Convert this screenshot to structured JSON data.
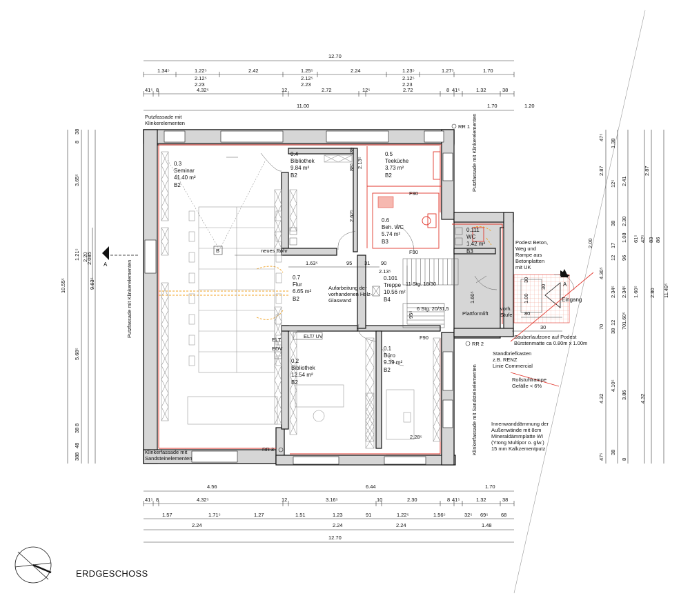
{
  "title": "ERDGESCHOSS",
  "dims_top": {
    "overall": "12.70",
    "row1": [
      "1.34⁵",
      "1.22⁵",
      "2.42",
      "1.25⁵",
      "2.24",
      "1.23⁵",
      "1.27⁵",
      "1.70"
    ],
    "row1_sub": [
      "2.12⁵",
      "2.23",
      "2.12⁵",
      "2.23",
      "2.12⁵",
      "2.23"
    ],
    "row2": [
      "41⁵",
      "8",
      "4.32⁵",
      "12",
      "2.72",
      "12⁵",
      "2.72",
      "8",
      "41⁵",
      "1.32",
      "38"
    ],
    "row3": [
      "11.00",
      "1.70",
      "1.20"
    ]
  },
  "dims_bottom": {
    "row1": [
      "4.56",
      "6.44",
      "1.70"
    ],
    "row2": [
      "41⁵",
      "8",
      "4.32⁵",
      "12",
      "3.16⁵",
      "10",
      "2.30",
      "8",
      "41⁵",
      "1.32",
      "38"
    ],
    "row3": [
      "1.57",
      "1.71⁵",
      "1.27",
      "1.51",
      "1.23",
      "91",
      "1.22⁵",
      "1.56⁵",
      "32⁵",
      "69⁵",
      "68"
    ],
    "row4": [
      "2.24",
      "2.24",
      "2.24",
      "1.48"
    ],
    "overall": "12.70"
  },
  "dims_left": [
    "10.55⁵",
    "3.65⁵",
    "1.21⁵",
    "2.20",
    "2.085",
    "9.63⁵",
    "5.68⁵",
    "8",
    "38",
    "38",
    "8",
    "48",
    "38",
    "8"
  ],
  "dims_right": [
    "47⁵",
    "1.38",
    "2.87",
    "2.41",
    "12⁵",
    "2.87",
    "2.30",
    "38",
    "1.08",
    "61⁵",
    "42⁵",
    "83",
    "86",
    "12",
    "96",
    "17",
    "4.30⁵",
    "2.34⁵",
    "2.34⁵",
    "1.60⁵",
    "2.00",
    "2.80",
    "11.49⁵",
    "38",
    "1.60⁵",
    "12",
    "70",
    "70",
    "4.32",
    "4.10⁵",
    "3.86",
    "4.32",
    "47⁵",
    "38",
    "8"
  ],
  "rooms": {
    "seminar": {
      "num": "0.3",
      "name": "Seminar",
      "area": "41.40 m²",
      "cat": "B2"
    },
    "bibliothek1": {
      "num": "0.4",
      "name": "Bibliothek",
      "area": "9.84 m²",
      "cat": "B2"
    },
    "teekueche": {
      "num": "0.5",
      "name": "Teeküche",
      "area": "3.73 m²",
      "cat": "B2"
    },
    "behwc": {
      "num": "0.6",
      "name": "Beh. WC",
      "area": "5.74 m²",
      "cat": "B3"
    },
    "wc": {
      "num": "0.111",
      "name": "WC",
      "area": "1.42 m²",
      "cat": "B3"
    },
    "flur": {
      "num": "0.7",
      "name": "Flur",
      "area": "6.65 m²",
      "cat": "B2"
    },
    "treppe": {
      "num": "0.101",
      "name": "Treppe",
      "area": "10.56 m²",
      "cat": "B4"
    },
    "bibliothek2": {
      "num": "0.2",
      "name": "Bibliothek",
      "area": "12.54 m²",
      "cat": "B2"
    },
    "buero": {
      "num": "0.1",
      "name": "Büro",
      "area": "9.39 m²",
      "cat": "B2"
    }
  },
  "labels": {
    "putz_top": "Putzfassade mit",
    "putz_top2": "Klinkerelementen",
    "putz_right": "Putzfassade mit Klinkerelementen",
    "putz_left": "Putzfassade mit Klinkerelementen",
    "klinker_bottom": "Klinkerfassade mit",
    "klinker_bottom2": "Sandsteinelementen",
    "klinker_right": "Klinkerfassade mit Sandsteinelementen",
    "rr1": "RR 1",
    "rr2": "RR 2",
    "rr3": "RR 3",
    "f90_wc": "F90",
    "f90_stair": "F90",
    "f90_buero": "F90",
    "neues_rohr": "neues Rohr",
    "b_mark": "B",
    "elt_uv": "ELT/ UV",
    "elt": "ELT",
    "edv": "EDV",
    "aufarbeitung": "Aufarbeitung der",
    "aufarbeitung2": "vorhandenen Holz-",
    "aufarbeitung3": "Glaswand",
    "stg1": "11 Stg. 18/30",
    "stg2": "6 Stg. 20/31,5",
    "plattformlift": "Plattformlift",
    "vorh_stufe": "vorh.",
    "vorh_stufe2": "Stufe",
    "podest1": "Podest Beton,",
    "podest2": "Weg und",
    "podest3": "Rampe aus",
    "podest4": "Betonplatten",
    "podest5": "mit UK",
    "eingang": "Eingang",
    "a": "A",
    "sauber1": "Sauberlaufzone auf Podest",
    "sauber2": "Bürstenmatte ca 0.80m x 1.00m",
    "brief1": "Standbriefkasten",
    "brief2": "z.B. RENZ",
    "brief3": "Linie Commercial",
    "rampe1": "Rollstuhlrampe",
    "rampe2": "Gefälle < 6%",
    "innen1": "Innenwanddämmung der",
    "innen2": "Außenwände mit 8cm",
    "innen3": "Mineraldämmplatte WI",
    "innen4": "(Ytong Multipor o. glw.)",
    "innen5": "15 mm Kalkzementputz",
    "d_163": "1.63⁵",
    "d_95": "95",
    "d_31": "31",
    "d_90": "90",
    "d_213a": "2.13⁵",
    "d_213b": "2.13⁵",
    "d_262": "2.62⁵",
    "d_88": "88⁵",
    "d_39": "39",
    "d_95b": "95⁵",
    "d_228": "2.28⁵",
    "d_100": "1.00",
    "d_30a": "30",
    "d_30b": "30",
    "d_80": "80",
    "d_30c": "30",
    "d_160": "1.60⁵"
  },
  "colors": {
    "wall": "#d6d6d6",
    "red": "#e0352b",
    "orange": "#f0a020"
  }
}
